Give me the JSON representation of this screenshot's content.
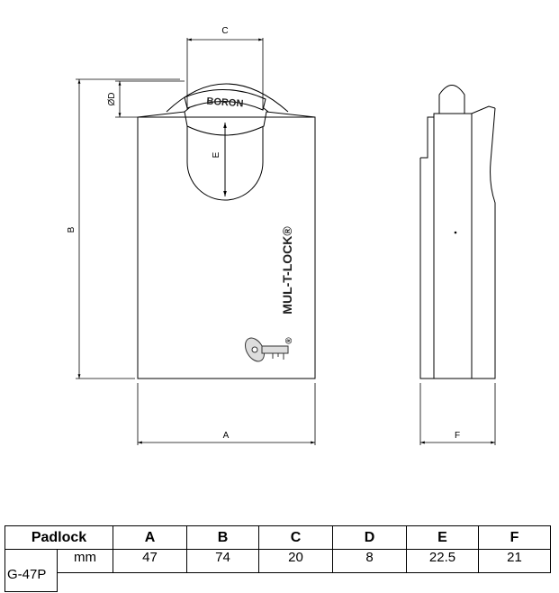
{
  "drawing": {
    "dimension_labels": {
      "a": "A",
      "b": "B",
      "c": "C",
      "d": "ØD",
      "e": "E",
      "f": "F"
    },
    "shackle_marking": "BORON",
    "brand_logo": "MUL-T-LOCK®",
    "brand_logo_prefix": "®"
  },
  "table": {
    "headers": [
      "Padlock",
      "A",
      "B",
      "C",
      "D",
      "E",
      "F"
    ],
    "model": "G-47P",
    "unit": "mm",
    "values": [
      "47",
      "74",
      "20",
      "8",
      "22.5",
      "21"
    ]
  }
}
